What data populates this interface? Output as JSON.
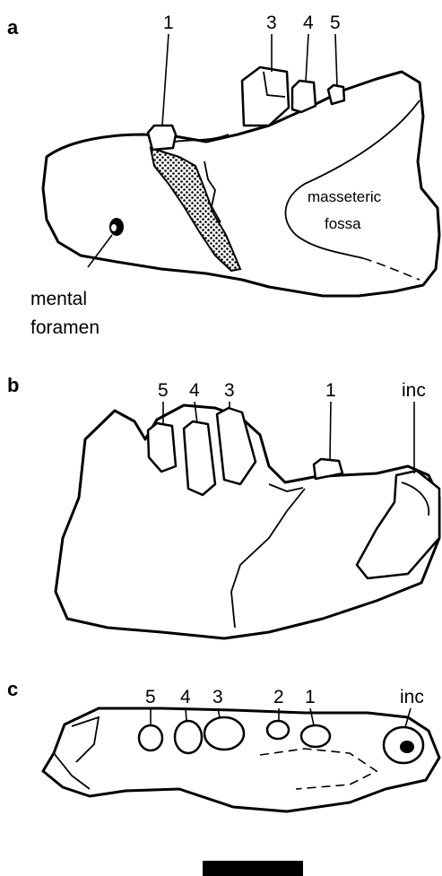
{
  "panels": [
    {
      "letter": "a",
      "tooth_labels": [
        "1",
        "3",
        "4",
        "5"
      ],
      "annotations": [
        "masseteric",
        "fossa",
        "mental",
        "foramen"
      ]
    },
    {
      "letter": "b",
      "tooth_labels": [
        "5",
        "4",
        "3",
        "1",
        "inc"
      ]
    },
    {
      "letter": "c",
      "tooth_labels": [
        "5",
        "4",
        "3",
        "2",
        "1",
        "inc"
      ]
    }
  ],
  "scale_bar": {
    "color": "#000000"
  }
}
